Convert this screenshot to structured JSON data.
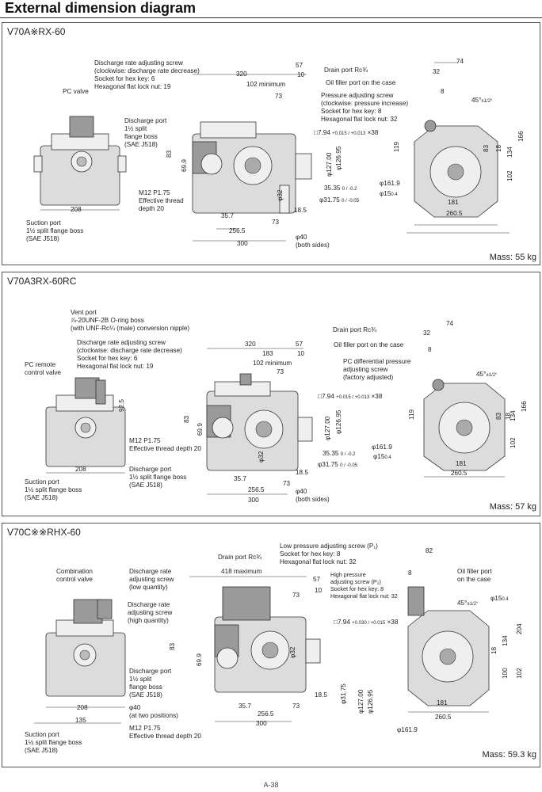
{
  "header": {
    "title": "External dimension diagram"
  },
  "footer": {
    "page": "A-38"
  },
  "panel1": {
    "title": "V70A※RX-60",
    "mass": "Mass: 55 kg",
    "callouts": {
      "discharge_screw": [
        "Discharge rate adjusting screw",
        "(clockwise: discharge rate decrease)",
        "Socket for hex key: 6",
        "Hexagonal flat lock nut: 19"
      ],
      "pc_valve": [
        "PC valve"
      ],
      "discharge_port": [
        "Discharge port",
        "1½ split",
        "flange boss",
        "(SAE J518)"
      ],
      "m12": [
        "M12 P1.75",
        "Effective thread",
        "depth 20"
      ],
      "suction_port": [
        "Suction port",
        "1½ split flange boss",
        "(SAE J518)"
      ],
      "drain_port": [
        "Drain port Rc¾"
      ],
      "oil_filler": [
        "Oil filler port on the case"
      ],
      "pressure_screw": [
        "Pressure adjusting screw",
        "(clockwise: pressure increase)",
        "Socket for hex key: 8",
        "Hexagonal flat lock nut: 32"
      ],
      "both_sides": [
        "φ40",
        "(both sides)"
      ]
    },
    "dims": {
      "d320": "320",
      "d57": "57",
      "d10": "10",
      "d102min": "102 minimum",
      "d73top": "73",
      "key": "□7.94",
      "key_tol": "+0.015 / +0.013",
      "key_len": "×38",
      "d83": "83",
      "d69": "69.9",
      "d32": "φ32",
      "d127": "φ127.00",
      "d126": "φ126.95",
      "d35": "35.35",
      "d35tol": "0 / -0.2",
      "d31": "φ31.75",
      "d31tol": "0 / -0.05",
      "d208": "208",
      "d357": "35.7",
      "d73": "73",
      "d185": "18.5",
      "d2565": "256.5",
      "d300": "300",
      "d32r": "32",
      "d74": "74",
      "d8": "8",
      "d45": "45°",
      "d45tol": "±1/2°",
      "d119": "119",
      "d83r": "83",
      "d18": "18",
      "d134": "134",
      "d166": "166",
      "d102": "102",
      "d1619": "φ161.9",
      "d15": "φ15",
      "d15tol": "0.4",
      "d181": "181",
      "d2605": "260.5"
    }
  },
  "panel2": {
    "title": "V70A3RX-60RC",
    "mass": "Mass: 57 kg",
    "callouts": {
      "vent_port": [
        "Vent port",
        "⅞-20UNF-2B O-ring boss",
        "(with UNF-Rc¼ (male) conversion nipple)"
      ],
      "discharge_screw": [
        "Discharge rate adjusting screw",
        "(clockwise: discharge rate decrease)",
        "Socket for hex key: 6",
        "Hexagonal flat lock nut: 19"
      ],
      "pc_remote": [
        "PC remote",
        "control valve"
      ],
      "m12": [
        "M12 P1.75",
        "Effective thread depth 20"
      ],
      "discharge_port": [
        "Discharge port",
        "1½ split flange boss",
        "(SAE J518)"
      ],
      "suction_port": [
        "Suction port",
        "1½ split flange boss",
        "(SAE J518)"
      ],
      "drain_port": [
        "Drain port Rc¾"
      ],
      "oil_filler": [
        "Oil filler port on the case"
      ],
      "pc_diff": [
        "PC differential pressure",
        "adjusting screw",
        "(factory adjusted)"
      ],
      "both_sides": [
        "φ40",
        "(both sides)"
      ]
    },
    "dims": {
      "d320": "320",
      "d183": "183",
      "d57": "57",
      "d10": "10",
      "d102min": "102 minimum",
      "d73top": "73",
      "key": "□7.94",
      "key_tol": "+0.015 / +0.013",
      "key_len": "×38",
      "d925": "92.5",
      "d83": "83",
      "d69": "69.9",
      "d32": "φ32",
      "d127": "φ127.00",
      "d126": "φ126.95",
      "d35": "35.35",
      "d35tol": "0 / -0.2",
      "d31": "φ31.75",
      "d31tol": "0 / -0.05",
      "d208": "208",
      "d357": "35.7",
      "d73": "73",
      "d185": "18.5",
      "d2565": "256.5",
      "d300": "300",
      "d32r": "32",
      "d74": "74",
      "d8": "8",
      "d45": "45°",
      "d45tol": "±1/2°",
      "d119": "119",
      "d83r": "83",
      "d18": "18",
      "d134": "134",
      "d166": "166",
      "d102": "102",
      "d1619": "φ161.9",
      "d15": "φ15",
      "d15tol": "0.4",
      "d181": "181",
      "d2605": "260.5"
    }
  },
  "panel3": {
    "title": "V70C※※RHX-60",
    "mass": "Mass: 59.3 kg",
    "callouts": {
      "combination": [
        "Combination",
        "control valve"
      ],
      "discharge_low": [
        "Discharge rate",
        "adjusting screw",
        "(low quantity)"
      ],
      "discharge_high": [
        "Discharge rate",
        "adjusting screw",
        "(high quantity)"
      ],
      "drain_port": [
        "Drain port Rc¾"
      ],
      "low_pressure": [
        "Low pressure adjusting screw (P₁)",
        "Socket for hex key: 8",
        "Hexagonal flat lock nut: 32"
      ],
      "high_pressure": [
        "High pressure",
        "adjusting screw (P₂)",
        "Socket for hex key: 8",
        "Hexagonal flat lock nut: 32"
      ],
      "oil_filler": [
        "Oil filler port",
        "on the case"
      ],
      "discharge_port": [
        "Discharge port",
        "1½ split",
        "flange boss",
        "(SAE J518)"
      ],
      "phi40": [
        "φ40",
        "(at two positions)"
      ],
      "m12": [
        "M12 P1.75",
        "Effective thread depth 20"
      ],
      "suction_port": [
        "Suction port",
        "1½ split flange boss",
        "(SAE J518)"
      ]
    },
    "dims": {
      "d418": "418 maximum",
      "d57": "57",
      "d10": "10",
      "d73top": "73",
      "key": "□7.94",
      "key_tol": "+0.030 / +0.015",
      "key_len": "×38",
      "d83": "83",
      "d69": "69.9",
      "d32": "φ32",
      "d31": "φ31.75",
      "d127": "φ127.00",
      "d126": "φ126.95",
      "d208": "208",
      "d135": "135",
      "d357": "35.7",
      "d73": "73",
      "d185": "18.5",
      "d2565": "256.5",
      "d300": "300",
      "d82": "82",
      "d8": "8",
      "d45": "45°",
      "d45tol": "±1/2°",
      "d15": "φ15",
      "d15tol": "0.4",
      "d134": "134",
      "d204": "204",
      "d18": "18",
      "d100": "100",
      "d102": "102",
      "d181": "181",
      "d2605": "260.5",
      "d1619": "φ161.9"
    }
  }
}
